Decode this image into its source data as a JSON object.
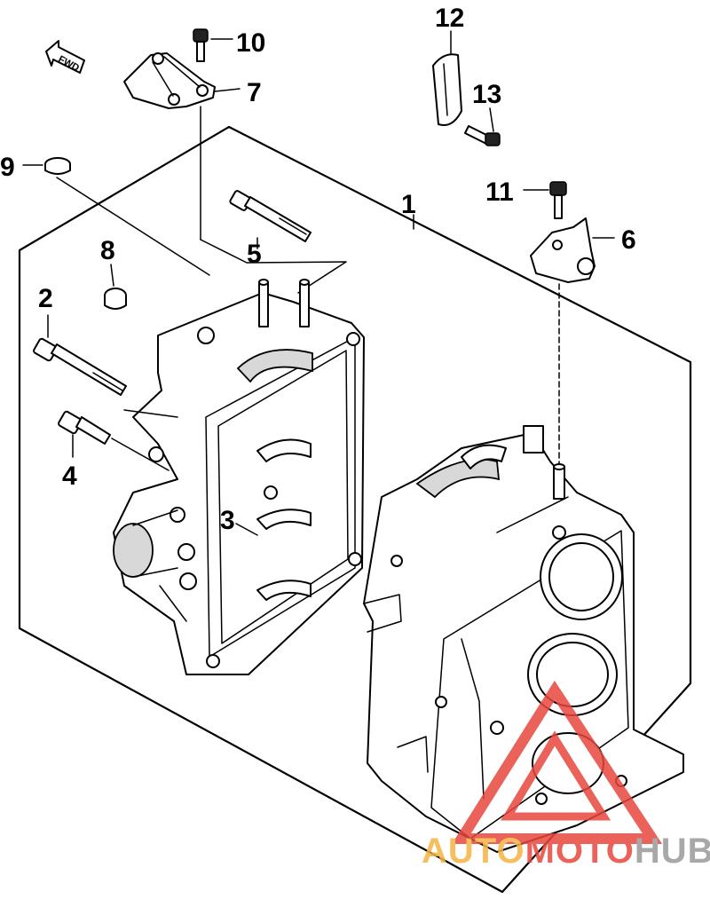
{
  "callouts": [
    {
      "id": "1",
      "label": "1"
    },
    {
      "id": "2",
      "label": "2"
    },
    {
      "id": "3",
      "label": "3"
    },
    {
      "id": "4",
      "label": "4"
    },
    {
      "id": "5",
      "label": "5"
    },
    {
      "id": "6",
      "label": "6"
    },
    {
      "id": "7",
      "label": "7"
    },
    {
      "id": "8",
      "label": "8"
    },
    {
      "id": "9",
      "label": "9"
    },
    {
      "id": "10",
      "label": "10"
    },
    {
      "id": "11",
      "label": "11"
    },
    {
      "id": "12",
      "label": "12"
    },
    {
      "id": "13",
      "label": "13"
    }
  ],
  "fwd_marker": {
    "icon": "forward-arrow-icon",
    "text": "FWD"
  },
  "watermark": {
    "text_a": "AUTO",
    "text_b": "MOTO",
    "text_c": "HUB",
    "color_a": "#f5b342",
    "color_b": "#e8473e",
    "color_c": "#9a9a9a"
  }
}
